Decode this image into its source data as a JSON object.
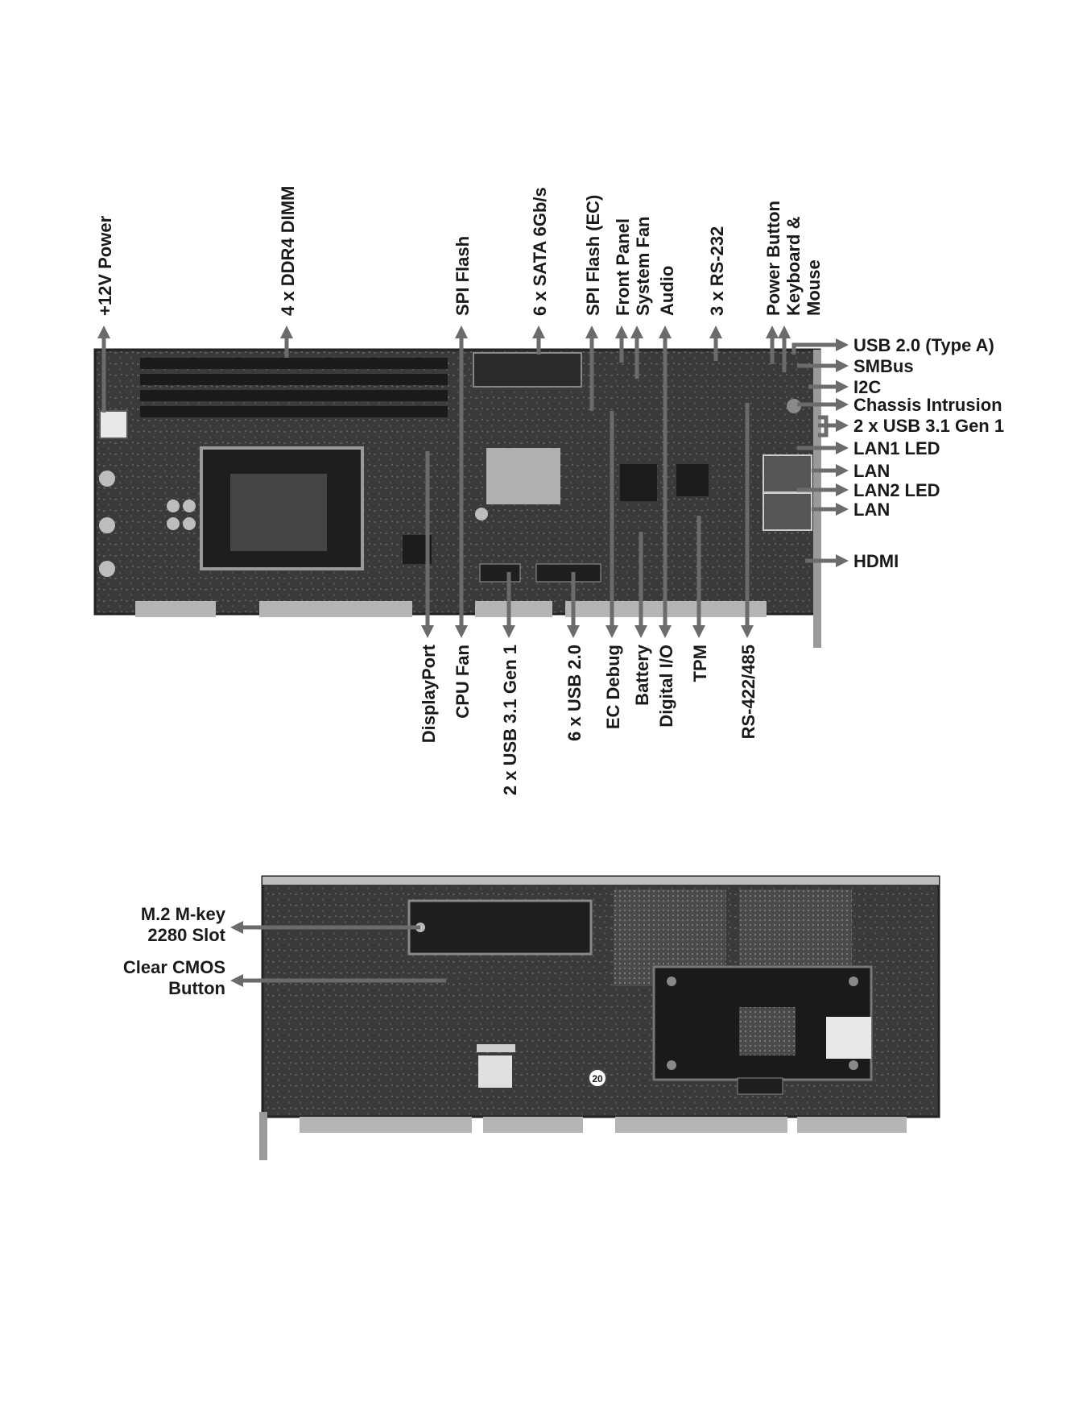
{
  "colors": {
    "background": "#ffffff",
    "board": "#2f2f2f",
    "arrow": "#6b6b6b",
    "text": "#1a1a1a"
  },
  "front": {
    "top_labels": [
      "+12V Power",
      "4 x DDR4 DIMM",
      "SPI Flash",
      "6 x SATA 6Gb/s",
      "SPI Flash (EC)",
      "Front Panel",
      "System Fan",
      "Audio",
      "3 x RS-232",
      "Power Button",
      "Keyboard &",
      "Mouse"
    ],
    "right_labels": [
      "USB 2.0 (Type A)",
      "SMBus",
      "I2C",
      "Chassis Intrusion",
      "2 x USB 3.1 Gen 1",
      "LAN1 LED",
      "LAN",
      "LAN2 LED",
      "LAN",
      "HDMI"
    ],
    "bottom_labels": [
      "DisplayPort",
      "CPU Fan",
      "2 x USB 3.1 Gen 1",
      "6 x USB 2.0",
      "EC Debug",
      "Battery",
      "Digital I/O",
      "TPM",
      "RS-422/485"
    ]
  },
  "back": {
    "left_labels": [
      "M.2 M-key",
      "2280 Slot",
      "Clear CMOS",
      "Button"
    ],
    "badge": "20"
  }
}
